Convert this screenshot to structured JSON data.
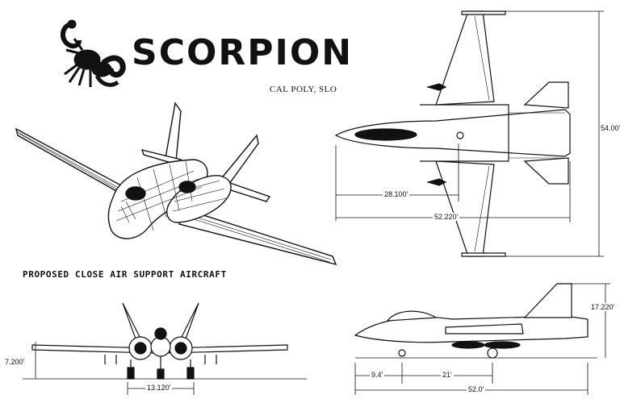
{
  "header": {
    "title": "SCORPION",
    "subtitle": "CAL POLY, SLO",
    "logo_icon": "scorpion-icon"
  },
  "caption": "PROPOSED CLOSE AIR SUPPORT AIRCRAFT",
  "top_view": {
    "span": "54.00'",
    "dim_a": "28.100'",
    "dim_b": "52.220'"
  },
  "front_view": {
    "height": "7.200'",
    "track": "13.120'"
  },
  "side_view": {
    "height": "17.220'",
    "dim_a": "9.4'",
    "dim_b": "21'",
    "length": "52.0'"
  }
}
